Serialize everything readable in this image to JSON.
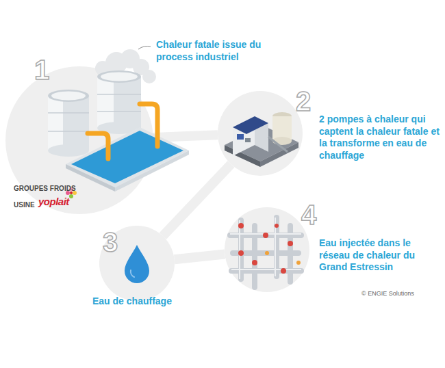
{
  "diagram": {
    "nodes": [
      {
        "text": [
          "1",
          "Chaleur fatale issue du process industriel"
        ]
      },
      {
        "text": [
          "2",
          "2 pompes à chaleur qui captent la chaleur fatale et la transforme en eau de chauffage"
        ]
      },
      {
        "text": [
          "3",
          "Eau de chauffage"
        ]
      },
      {
        "text": [
          "4",
          "Eau injectée dans le réseau de chaleur du Grand Estressin"
        ]
      }
    ],
    "edges": [
      {
        "from": 0,
        "to": 1,
        "arrow": "none"
      },
      {
        "from": 1,
        "to": 2,
        "arrow": "none"
      },
      {
        "from": 2,
        "to": 3,
        "arrow": "none"
      }
    ],
    "labels": [
      "GROUPES FROIDS",
      "USINE",
      "yoplait",
      "© ENGIE Solutions"
    ]
  }
}
